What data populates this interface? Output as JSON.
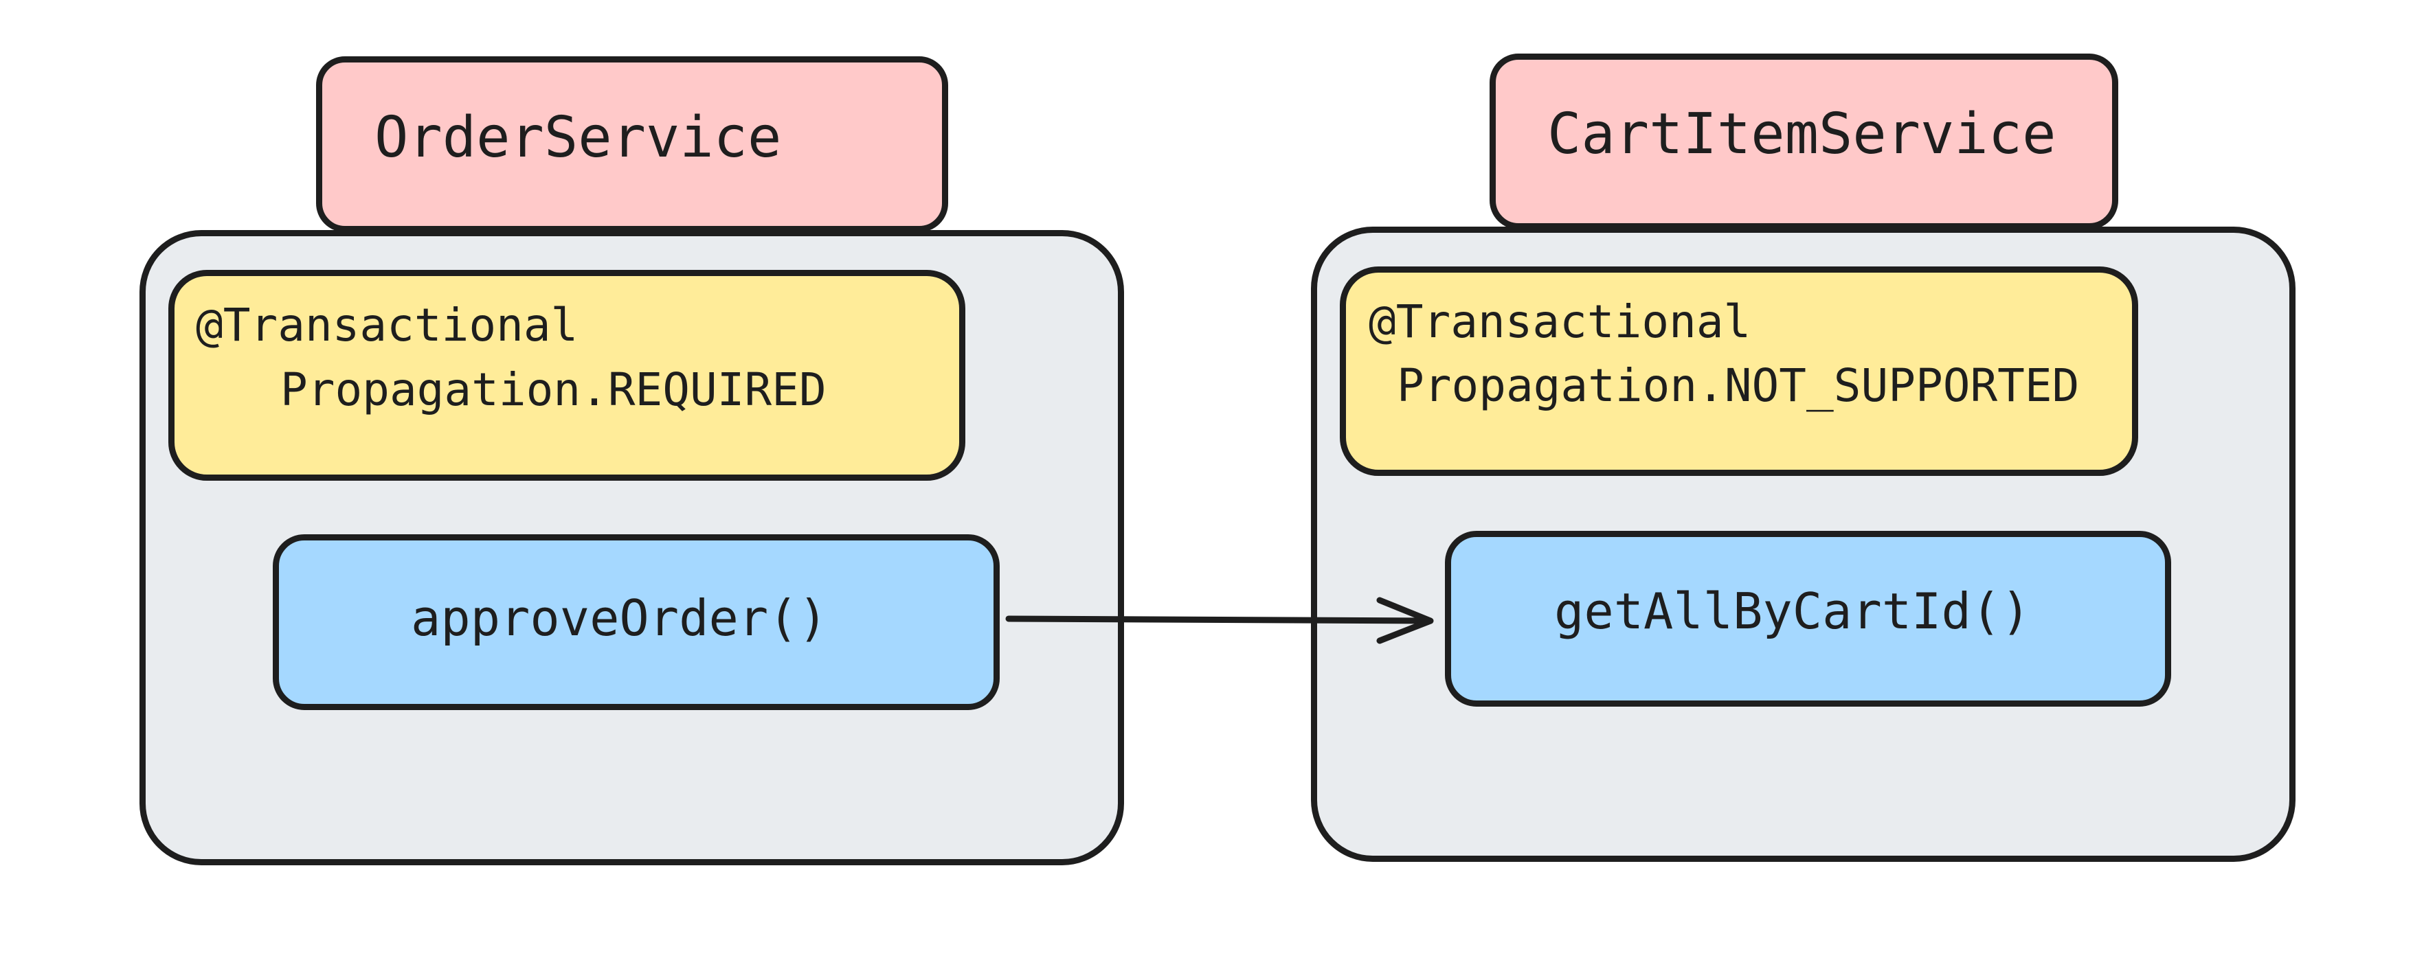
{
  "left_service": {
    "title": "OrderService",
    "annotation": "@Transactional",
    "propagation": "Propagation.REQUIRED",
    "method": "approveOrder()"
  },
  "right_service": {
    "title": "CartItemService",
    "annotation": "@Transactional",
    "propagation": "Propagation.NOT_SUPPORTED",
    "method": "getAllByCartId()"
  },
  "colors": {
    "container_fill": "#e9ecef",
    "title_fill": "#ffc9c9",
    "annotation_fill": "#ffec99",
    "method_fill": "#a5d8ff",
    "stroke": "#1e1e1e"
  }
}
